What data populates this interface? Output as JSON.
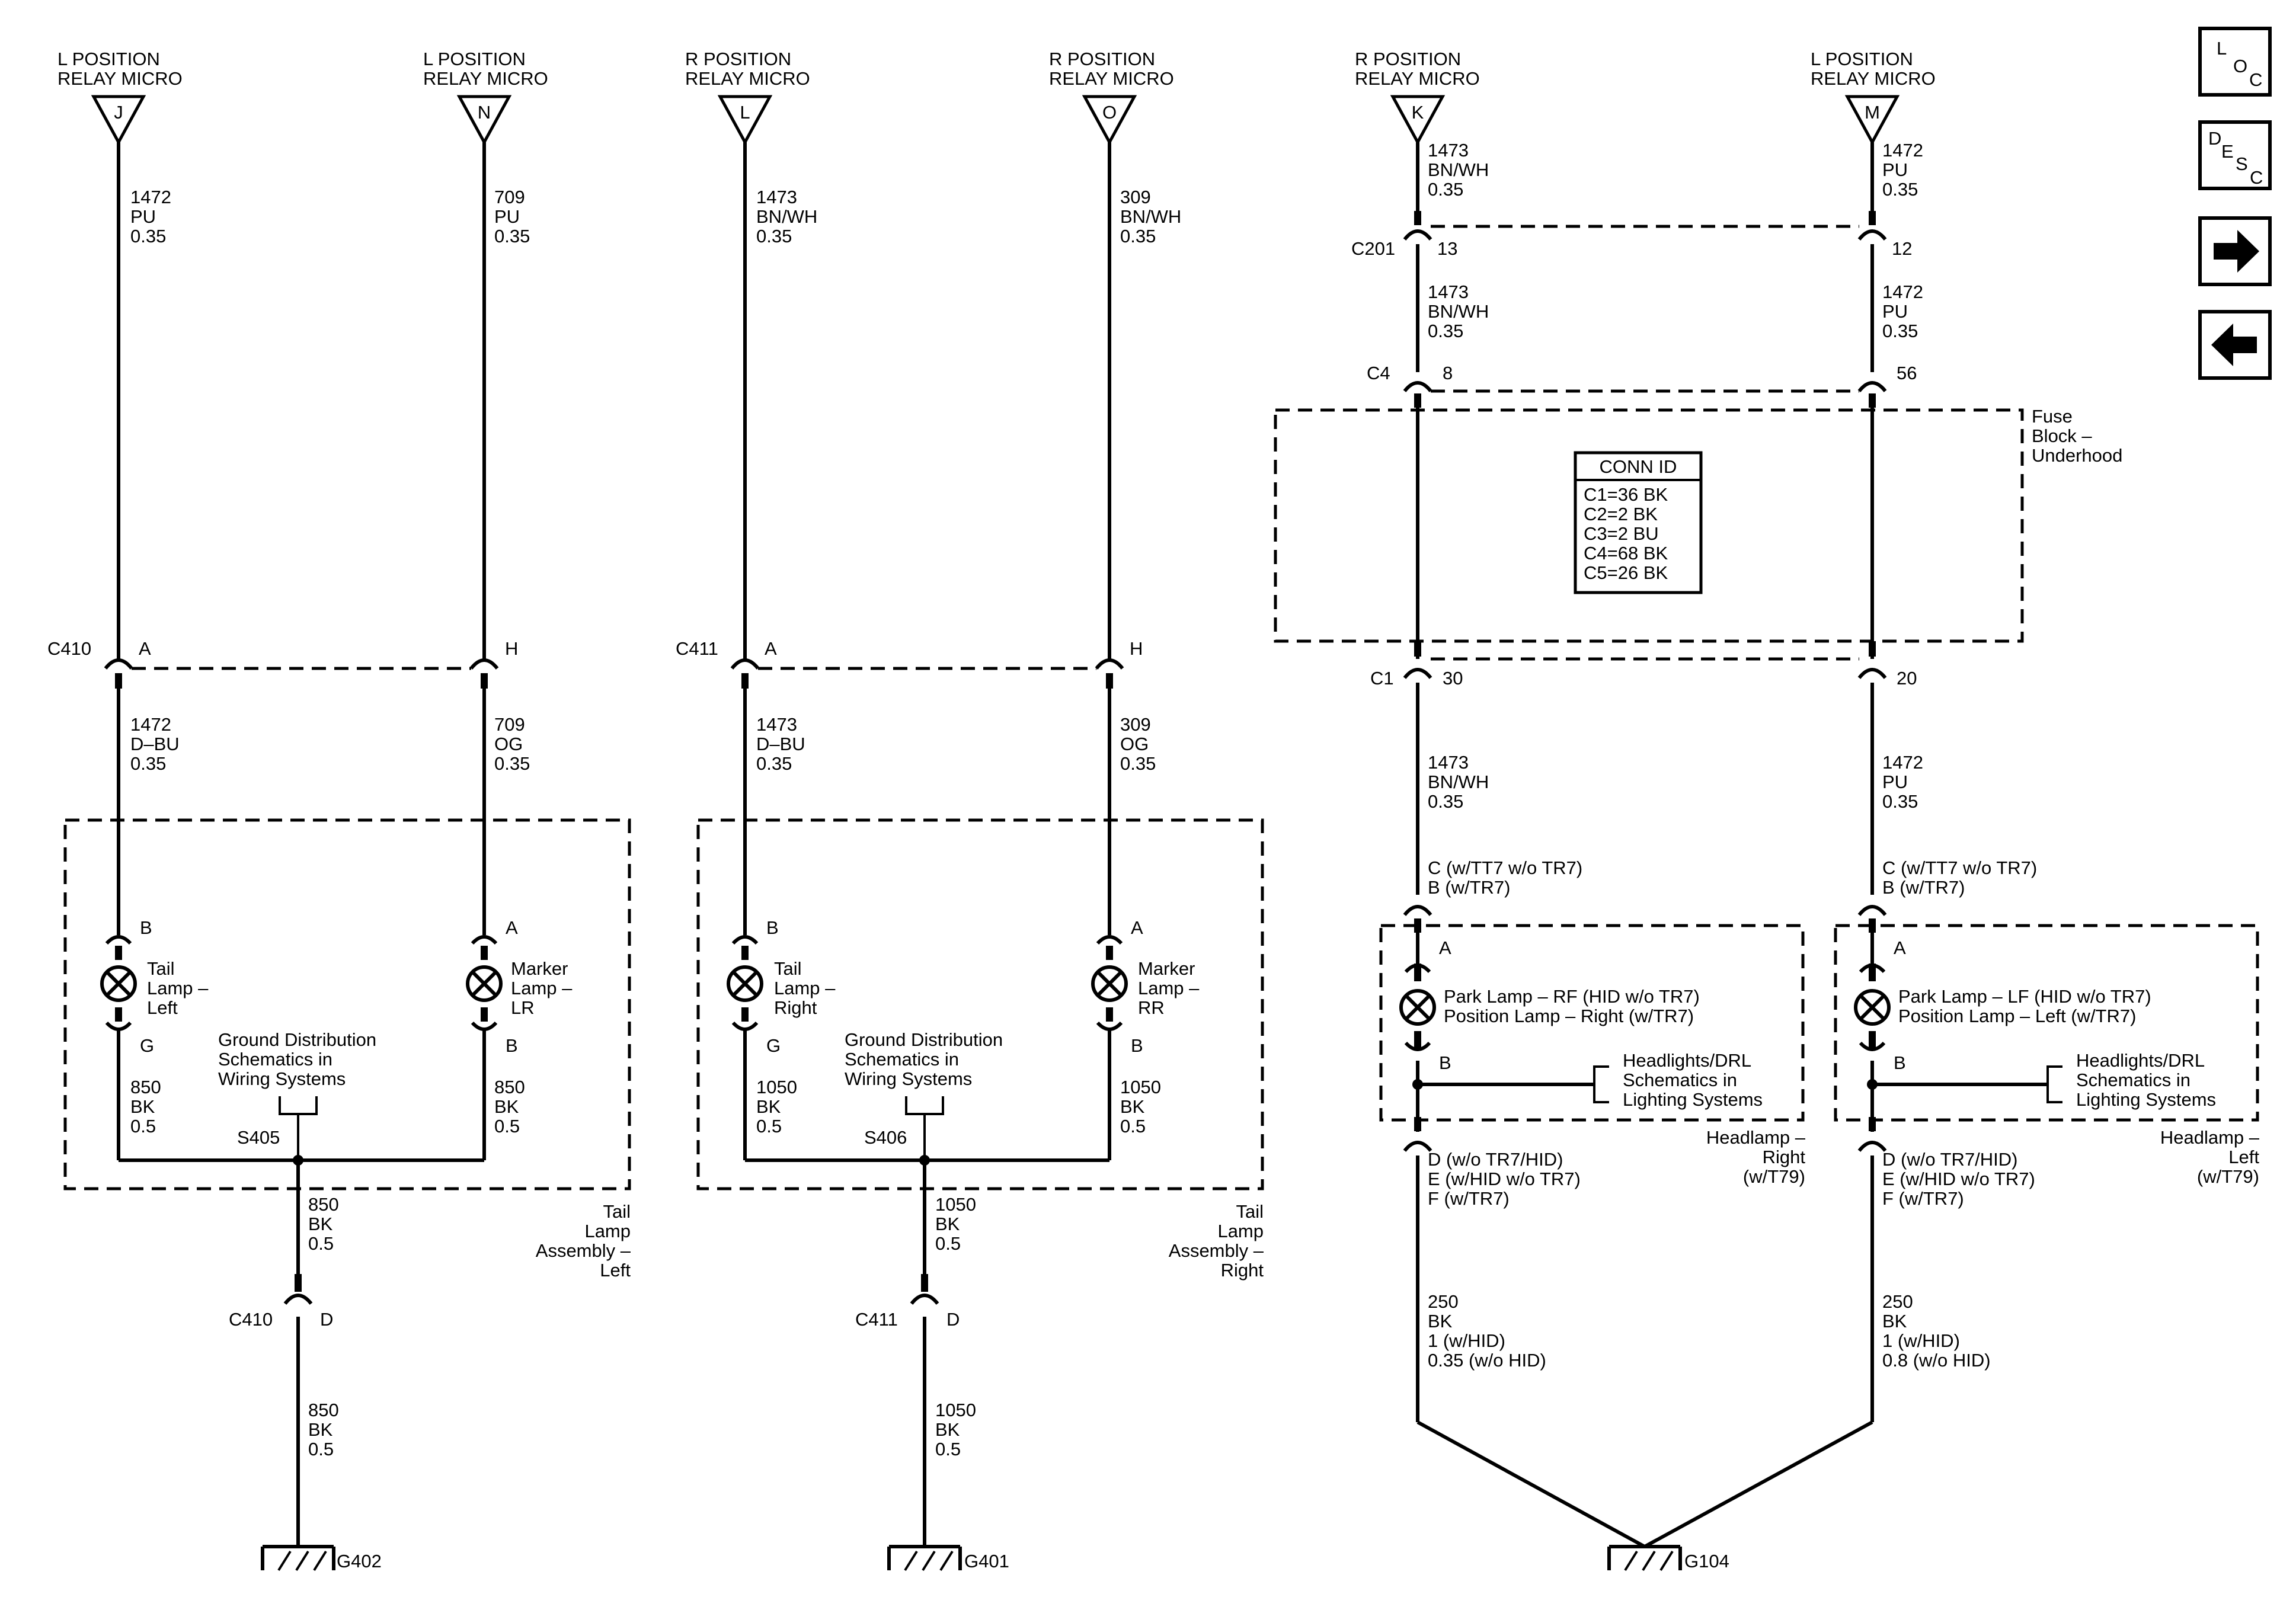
{
  "nav": {
    "loc": {
      "l": "L",
      "o": "O",
      "c": "C"
    },
    "desc": {
      "d": "D",
      "e": "E",
      "s": "S",
      "c": "C"
    }
  },
  "connectors": [
    {
      "line1": "L POSITION",
      "line2": "RELAY MICRO",
      "pin": "J"
    },
    {
      "line1": "L POSITION",
      "line2": "RELAY MICRO",
      "pin": "N"
    },
    {
      "line1": "R POSITION",
      "line2": "RELAY MICRO",
      "pin": "L"
    },
    {
      "line1": "R POSITION",
      "line2": "RELAY MICRO",
      "pin": "O"
    },
    {
      "line1": "R POSITION",
      "line2": "RELAY MICRO",
      "pin": "K"
    },
    {
      "line1": "L POSITION",
      "line2": "RELAY MICRO",
      "pin": "M"
    }
  ],
  "wires": {
    "w1_top": [
      "1472",
      "PU",
      "0.35"
    ],
    "w2_top": [
      "709",
      "PU",
      "0.35"
    ],
    "w3_top": [
      "1473",
      "BN/WH",
      "0.35"
    ],
    "w4_top": [
      "309",
      "BN/WH",
      "0.35"
    ],
    "w5_top": [
      "1473",
      "BN/WH",
      "0.35"
    ],
    "w6_top": [
      "1472",
      "PU",
      "0.35"
    ],
    "w5_mid": [
      "1473",
      "BN/WH",
      "0.35"
    ],
    "w6_mid": [
      "1472",
      "PU",
      "0.35"
    ],
    "w1_low": [
      "1472",
      "D–BU",
      "0.35"
    ],
    "w2_low": [
      "709",
      "OG",
      "0.35"
    ],
    "w3_low": [
      "1473",
      "D–BU",
      "0.35"
    ],
    "w4_low": [
      "309",
      "OG",
      "0.35"
    ],
    "w5_low": [
      "1473",
      "BN/WH",
      "0.35"
    ],
    "w6_low": [
      "1472",
      "PU",
      "0.35"
    ],
    "g1a": [
      "850",
      "BK",
      "0.5"
    ],
    "g1b": [
      "850",
      "BK",
      "0.5"
    ],
    "g2a": [
      "1050",
      "BK",
      "0.5"
    ],
    "g2b": [
      "1050",
      "BK",
      "0.5"
    ],
    "s1a": [
      "850",
      "BK",
      "0.5"
    ],
    "s1b": [
      "850",
      "BK",
      "0.5"
    ],
    "s2a": [
      "1050",
      "BK",
      "0.5"
    ],
    "s2b": [
      "1050",
      "BK",
      "0.5"
    ],
    "h1": [
      "250",
      "BK",
      "1 (w/HID)",
      "0.35 (w/o HID)"
    ],
    "h2": [
      "250",
      "BK",
      "1 (w/HID)",
      "0.8 (w/o HID)"
    ]
  },
  "connector_ids": {
    "c410": "C410",
    "c411": "C411",
    "c201": "C201",
    "c4": "C4",
    "c1": "C1",
    "c410_d": "C410",
    "c411_d": "C411"
  },
  "pins": {
    "c410_a": "A",
    "c410_h": "H",
    "c411_a": "A",
    "c411_h": "H",
    "c201_13": "13",
    "c201_12": "12",
    "c4_8": "8",
    "c4_56": "56",
    "c1_30": "30",
    "c1_20": "20",
    "c410_d": "D",
    "c411_d": "D",
    "tail_l_b": "B",
    "tail_l_g": "G",
    "marker_lr_a": "A",
    "marker_lr_b": "B",
    "tail_r_b": "B",
    "tail_r_g": "G",
    "marker_rr_a": "A",
    "marker_rr_b": "B",
    "park_rf_a": "A",
    "park_rf_b": "B",
    "park_lf_a": "A",
    "park_lf_b": "B"
  },
  "components": {
    "tail_lamp_left": [
      "Tail",
      "Lamp –",
      "Left"
    ],
    "marker_lamp_lr": [
      "Marker",
      "Lamp –",
      "LR"
    ],
    "tail_lamp_right": [
      "Tail",
      "Lamp –",
      "Right"
    ],
    "marker_lamp_rr": [
      "Marker",
      "Lamp –",
      "RR"
    ],
    "ground_dist_1": [
      "Ground Distribution",
      "Schematics in",
      "Wiring Systems"
    ],
    "ground_dist_2": [
      "Ground Distribution",
      "Schematics in",
      "Wiring Systems"
    ],
    "tail_assy_left": [
      "Tail",
      "Lamp",
      "Assembly –",
      "Left"
    ],
    "tail_assy_right": [
      "Tail",
      "Lamp",
      "Assembly –",
      "Right"
    ],
    "park_rf": [
      "Park Lamp – RF (HID w/o TR7)",
      "Position Lamp – Right (w/TR7)"
    ],
    "park_lf": [
      "Park Lamp – LF (HID w/o TR7)",
      "Position Lamp – Left (w/TR7)"
    ],
    "hl_drl_1": [
      "Headlights/DRL",
      "Schematics in",
      "Lighting Systems"
    ],
    "hl_drl_2": [
      "Headlights/DRL",
      "Schematics in",
      "Lighting Systems"
    ],
    "headlamp_right": [
      "Headlamp –",
      "Right",
      "(w/T79)"
    ],
    "headlamp_left": [
      "Headlamp –",
      "Left",
      "(w/T79)"
    ],
    "fuse_block": [
      "Fuse",
      "Block –",
      "Underhood"
    ]
  },
  "headlamp_pins": {
    "top_r": [
      "C (w/TT7 w/o TR7)",
      "B (w/TR7)"
    ],
    "top_l": [
      "C (w/TT7 w/o TR7)",
      "B (w/TR7)"
    ],
    "bot_r": [
      "D (w/o TR7/HID)",
      "E (w/HID w/o TR7)",
      "F (w/TR7)"
    ],
    "bot_l": [
      "D (w/o TR7/HID)",
      "E (w/HID w/o TR7)",
      "F (w/TR7)"
    ]
  },
  "conn_id_table": {
    "title": "CONN ID",
    "rows": [
      "C1=36 BK",
      "C2=2 BK",
      "C3=2 BU",
      "C4=68 BK",
      "C5=26 BK"
    ]
  },
  "splices": {
    "s405": "S405",
    "s406": "S406"
  },
  "grounds": {
    "g402": "G402",
    "g401": "G401",
    "g104": "G104"
  }
}
